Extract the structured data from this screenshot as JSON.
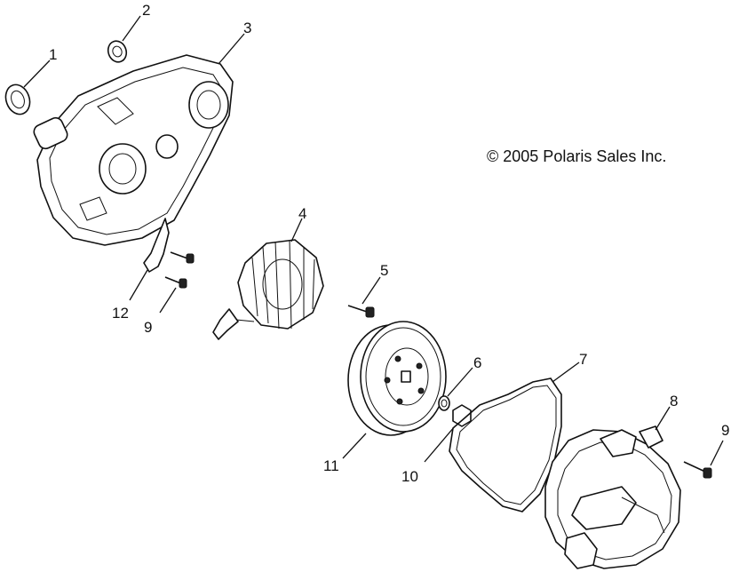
{
  "copyright": "© 2005 Polaris Sales Inc.",
  "callouts": {
    "c1": "1",
    "c2": "2",
    "c3": "3",
    "c4": "4",
    "c5": "5",
    "c6": "6",
    "c7": "7",
    "c8": "8",
    "c9a": "9",
    "c9b": "9",
    "c10": "10",
    "c11": "11",
    "c12": "12"
  }
}
